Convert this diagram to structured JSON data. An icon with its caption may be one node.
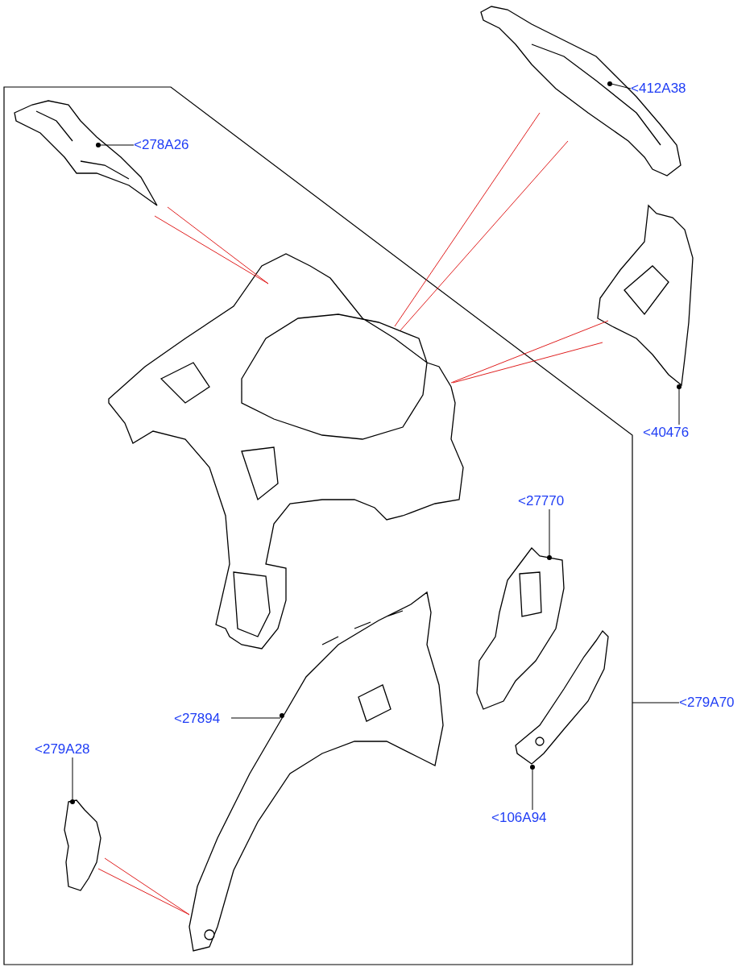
{
  "diagram": {
    "nodes": [
      {
        "text": [],
        "shape": "box"
      },
      {
        "text": [
          "<278A26"
        ],
        "in": 0
      },
      {
        "text": [],
        "shape": "picture",
        "in": 0
      },
      {
        "text": [],
        "shape": "picture",
        "in": 0
      },
      {
        "text": [
          "<27770"
        ],
        "in": 0
      },
      {
        "text": [],
        "shape": "picture",
        "in": 0
      },
      {
        "text": [
          "<27894"
        ],
        "in": 0
      },
      {
        "text": [],
        "shape": "picture",
        "in": 0
      },
      {
        "text": [
          "<106A94"
        ],
        "in": 0
      },
      {
        "text": [],
        "shape": "picture",
        "in": 0
      },
      {
        "text": [
          "<279A28"
        ],
        "in": 0
      },
      {
        "text": [],
        "shape": "picture",
        "in": 0
      },
      {
        "text": [
          "<412A38"
        ]
      },
      {
        "text": [],
        "shape": "picture"
      },
      {
        "text": [],
        "shape": "picture"
      },
      {
        "text": [
          "<40476"
        ]
      },
      {
        "text": [
          "<279A70"
        ]
      }
    ],
    "edges": [
      {
        "from": 1,
        "to": 2,
        "arrow": "none"
      },
      {
        "from": 4,
        "to": 5,
        "arrow": "none"
      },
      {
        "from": 6,
        "to": 7,
        "arrow": "none"
      },
      {
        "from": 8,
        "to": 9,
        "arrow": "none"
      },
      {
        "from": 10,
        "to": 11,
        "arrow": "none"
      },
      {
        "from": 12,
        "to": 13,
        "arrow": "none"
      },
      {
        "from": 15,
        "to": 14,
        "arrow": "none"
      },
      {
        "from": 16,
        "to": 0,
        "arrow": "none"
      },
      {
        "from": 2,
        "to": 3,
        "arrow": "none",
        "color": "#e02020"
      },
      {
        "from": 13,
        "to": 3,
        "arrow": "none",
        "color": "#e02020"
      },
      {
        "from": 14,
        "to": 3,
        "arrow": "none",
        "color": "#e02020"
      },
      {
        "from": 11,
        "to": 7,
        "arrow": "none",
        "color": "#e02020"
      }
    ]
  }
}
